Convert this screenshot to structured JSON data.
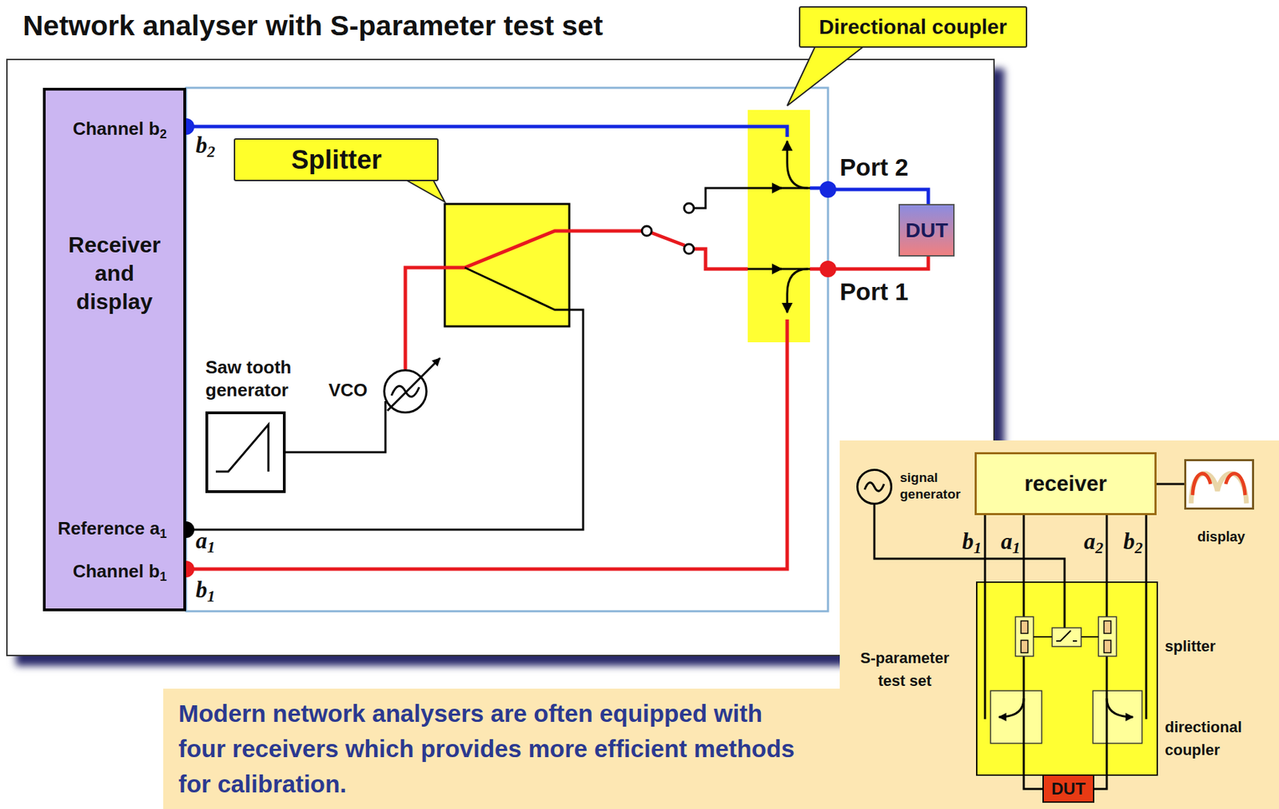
{
  "diagram": {
    "title": "Network analyser with S-parameter test set",
    "nodes": [
      {
        "text": [
          "Channel b2",
          "Receiver and display",
          "Reference a1",
          "Channel b1"
        ]
      },
      {
        "text": [
          "Splitter"
        ]
      },
      {
        "text": [
          "Directional coupler"
        ]
      },
      {
        "text": [
          "DUT"
        ]
      },
      {
        "text": [
          "Saw tooth generator"
        ]
      },
      {
        "text": [
          "VCO"
        ]
      },
      {
        "text": [
          "signal generator"
        ]
      },
      {
        "text": [
          "receiver"
        ]
      },
      {
        "text": [
          "display"
        ]
      },
      {
        "text": [
          "S-parameter test set"
        ]
      },
      {
        "text": [
          "DUT"
        ]
      },
      {
        "text": [
          "Modern network analysers are often equipped with four receivers which provides more efficient methods for calibration."
        ]
      }
    ],
    "edges": [
      {
        "from": 4,
        "to": 5,
        "arrow": "none"
      },
      {
        "from": 6,
        "to": 9,
        "arrow": "none"
      },
      {
        "from": 7,
        "to": 8,
        "arrow": "none"
      },
      {
        "from": 7,
        "to": 9,
        "label": "b1",
        "arrow": "none"
      },
      {
        "from": 7,
        "to": 9,
        "label": "a1",
        "arrow": "none"
      },
      {
        "from": 7,
        "to": 9,
        "label": "a2",
        "arrow": "none"
      },
      {
        "from": 7,
        "to": 9,
        "label": "b2",
        "arrow": "none"
      }
    ],
    "labels": [
      "b2",
      "a1",
      "b1",
      "Port 2",
      "Port 1",
      "splitter",
      "directional coupler"
    ]
  }
}
